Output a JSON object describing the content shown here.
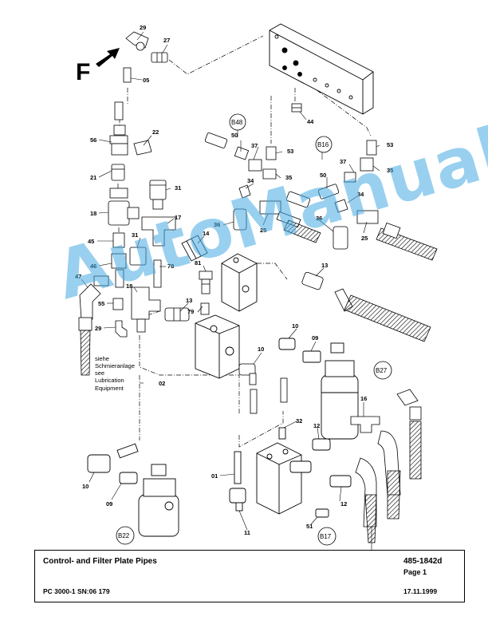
{
  "callouts": {
    "c29a": "29",
    "c27": "27",
    "c05": "05",
    "c56": "56",
    "c22": "22",
    "c21": "21",
    "c18a": "18",
    "c45": "45",
    "c46": "46",
    "c47": "47",
    "c55": "55",
    "c29b": "29",
    "c31a": "31",
    "c17": "17",
    "c31b": "31",
    "c78": "78",
    "c18b": "18",
    "c13a": "13",
    "c14": "14",
    "c81": "81",
    "c79": "79",
    "c44": "44",
    "c50a": "50",
    "c37a": "37",
    "c53a": "53",
    "c35a": "35",
    "c34a": "34",
    "c36a": "36",
    "c25a": "25",
    "c50b": "50",
    "c37b": "37",
    "c53b": "53",
    "c35b": "35",
    "c34b": "34",
    "c36b": "36",
    "c25b": "25",
    "c13b": "13",
    "c10a": "10",
    "c09a": "09",
    "c10b": "10",
    "c02": "02",
    "c16": "16",
    "c32": "32",
    "c12a": "12",
    "c01": "01",
    "c12b": "12",
    "c51": "51",
    "c11": "11",
    "c10c": "10",
    "c09b": "09"
  },
  "bubbles": {
    "b48": "B48",
    "b16": "B16",
    "b27": "B27",
    "b22": "B22",
    "b17": "B17"
  },
  "arrow_letter": "F",
  "note": {
    "line1": "siehe",
    "line2": "Schmieranlage",
    "line3": "see",
    "line4": "Lubrication",
    "line5": "Equipment"
  },
  "watermark": "AutoManual",
  "footer": {
    "title": "Control- and Filter Plate Pipes",
    "doc_number": "485-1842d",
    "page": "Page 1",
    "model": "PC 3000-1 SN:06 179",
    "date": "17.11.1999"
  }
}
